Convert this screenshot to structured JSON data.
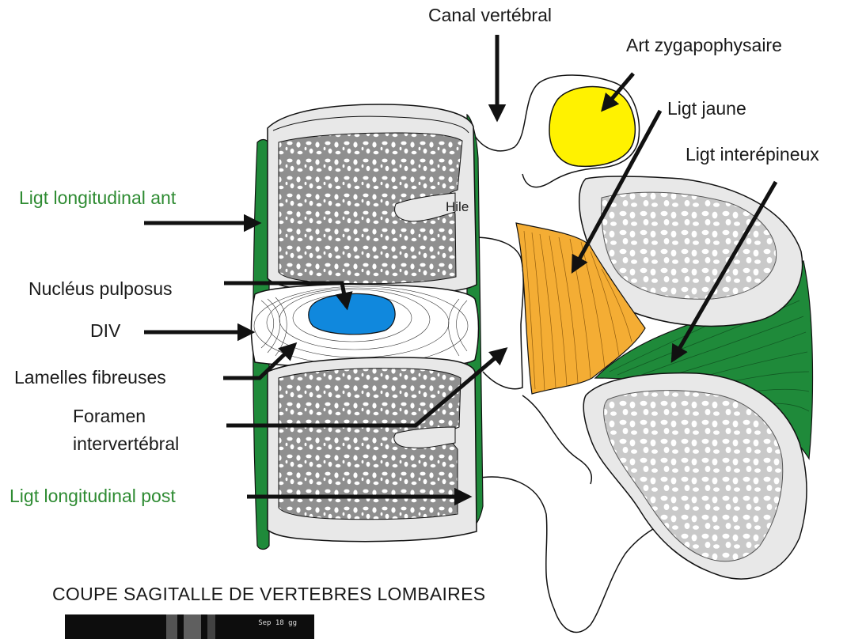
{
  "labels": {
    "canal": "Canal vertébral",
    "art": "Art zygapophysaire",
    "ligt_jaune": "Ligt jaune",
    "ligt_interepineux": "Ligt interépineux",
    "ligt_long_ant": "Ligt longitudinal ant",
    "hile": "Hile",
    "nucleus": "Nucléus pulposus",
    "div": "DIV",
    "lamelles": "Lamelles fibreuses",
    "foramen_1": "Foramen",
    "foramen_2": "intervertébral",
    "ligt_long_post": "Ligt longitudinal post"
  },
  "caption": "COUPE SAGITALLE DE VERTEBRES LOMBAIRES",
  "mri_thumbnail": {
    "date": "Sep 18 gg"
  },
  "colors": {
    "ligament_longitudinal": "#1f8a3a",
    "ligament_jaune": "#f4ad34",
    "art_zygapophysaire": "#fff200",
    "nucleus": "#1088dd",
    "spongy_bone": "#8f8f8f",
    "cortex": "#e8e8e8",
    "green_label": "#2e8b32"
  }
}
